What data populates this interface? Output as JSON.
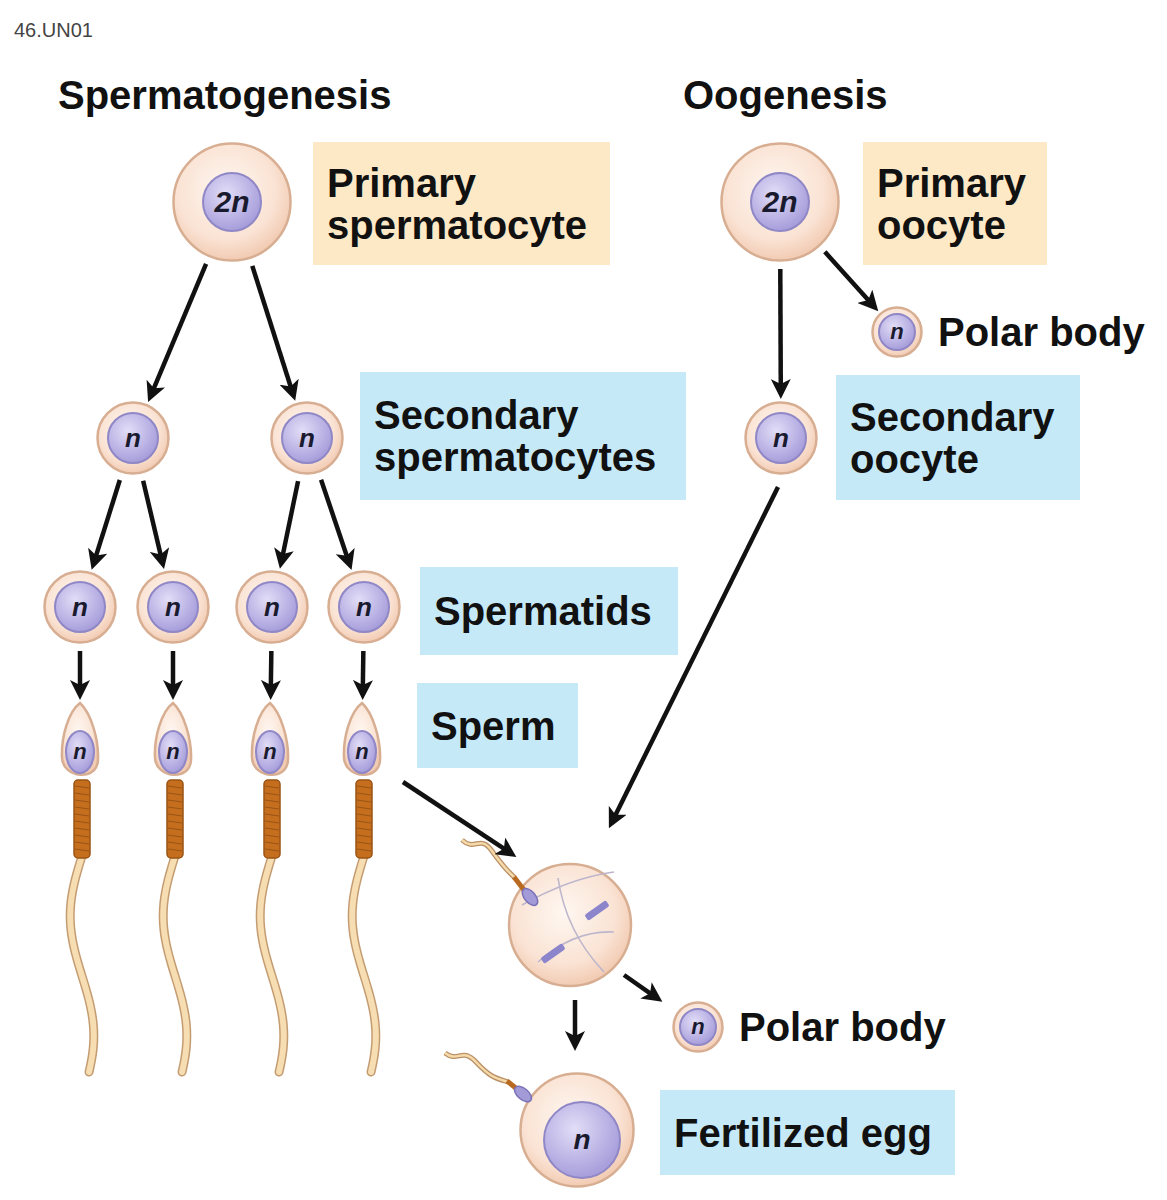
{
  "diagram": {
    "nodes": [
      {
        "text": [
          "2n"
        ]
      },
      {
        "text": [
          "Primary spermatocyte"
        ]
      },
      {
        "text": [
          "2n"
        ]
      },
      {
        "text": [
          "Primary oocyte"
        ]
      },
      {
        "text": [
          "n",
          "Polar body"
        ]
      },
      {
        "text": [
          "n"
        ]
      },
      {
        "text": [
          "n"
        ]
      },
      {
        "text": [
          "Secondary spermatocytes"
        ]
      },
      {
        "text": [
          "n"
        ]
      },
      {
        "text": [
          "Secondary oocyte"
        ]
      },
      {
        "text": [
          "n"
        ]
      },
      {
        "text": [
          "n"
        ]
      },
      {
        "text": [
          "n"
        ]
      },
      {
        "text": [
          "n"
        ]
      },
      {
        "text": [
          "Spermatids"
        ]
      },
      {
        "text": [
          "n"
        ]
      },
      {
        "text": [
          "n"
        ]
      },
      {
        "text": [
          "n"
        ]
      },
      {
        "text": [
          "n"
        ]
      },
      {
        "text": [
          "Sperm"
        ]
      },
      {
        "text": [
          "n",
          "Polar body"
        ]
      },
      {
        "text": [
          "n"
        ]
      },
      {
        "text": [
          "Fertilized egg"
        ]
      }
    ],
    "edges": [
      {
        "from": 0,
        "to": 5,
        "arrow": "to"
      },
      {
        "from": 0,
        "to": 6,
        "arrow": "to"
      },
      {
        "from": 2,
        "to": 8,
        "arrow": "to"
      },
      {
        "from": 2,
        "to": 4,
        "arrow": "to"
      },
      {
        "from": 5,
        "to": 10,
        "arrow": "to"
      },
      {
        "from": 5,
        "to": 11,
        "arrow": "to"
      },
      {
        "from": 6,
        "to": 12,
        "arrow": "to"
      },
      {
        "from": 6,
        "to": 13,
        "arrow": "to"
      },
      {
        "from": 10,
        "to": 15,
        "arrow": "to"
      },
      {
        "from": 11,
        "to": 16,
        "arrow": "to"
      },
      {
        "from": 12,
        "to": 17,
        "arrow": "to"
      },
      {
        "from": 13,
        "to": 18,
        "arrow": "to"
      }
    ],
    "labels": [
      "46.UN01",
      "Spermatogenesis",
      "Oogenesis"
    ]
  }
}
